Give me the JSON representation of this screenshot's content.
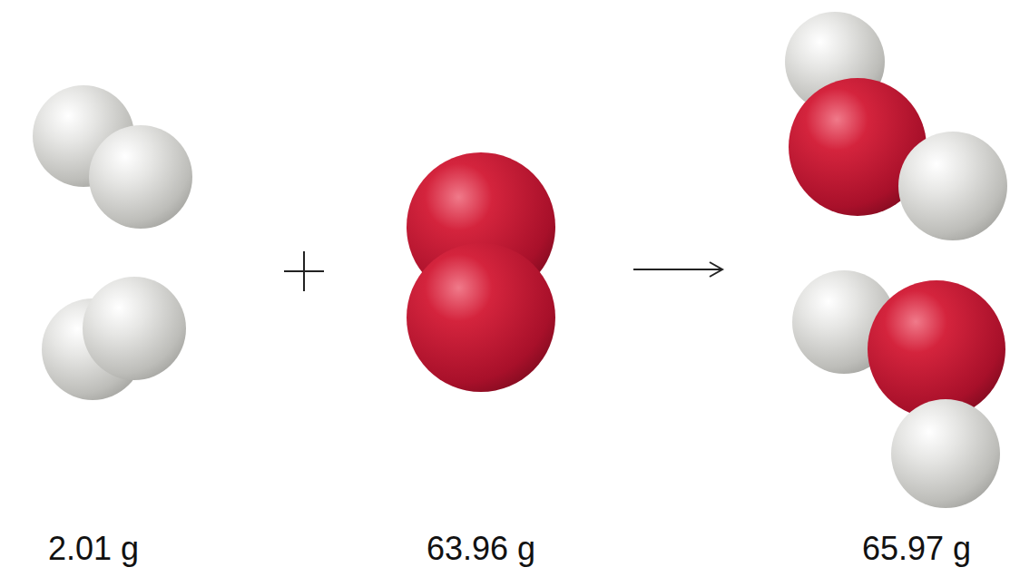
{
  "diagram": {
    "labels": [
      "2.01 g",
      "63.96 g",
      "65.97 g"
    ]
  }
}
